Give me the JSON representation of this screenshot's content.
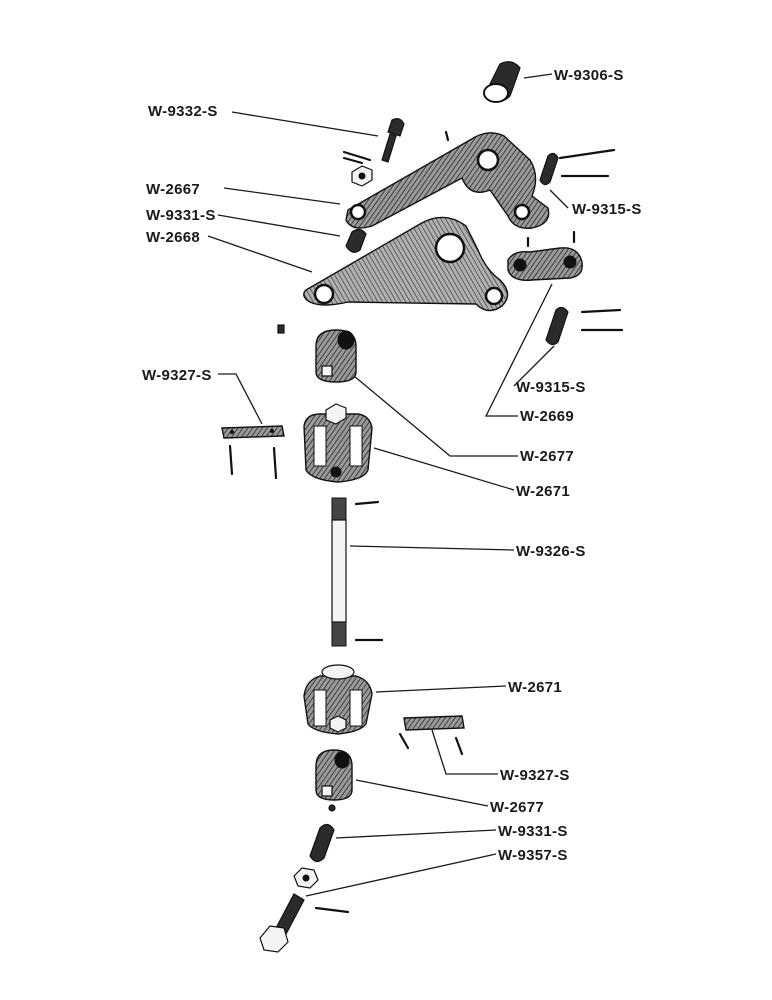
{
  "labels": {
    "w9306s": "W-9306-S",
    "w9332s": "W-9332-S",
    "w2667": "W-2667",
    "w9331s_top": "W-9331-S",
    "w2668": "W-2668",
    "w9315s_top": "W-9315-S",
    "w9327s_left": "W-9327-S",
    "w9315s_mid": "W-9315-S",
    "w2669": "W-2669",
    "w2677_top": "W-2677",
    "w2671_top": "W-2671",
    "w9326s": "W-9326-S",
    "w2671_bot": "W-2671",
    "w9327s_right": "W-9327-S",
    "w2677_bot": "W-2677",
    "w9331s_bot": "W-9331-S",
    "w9357s": "W-9357-S"
  }
}
